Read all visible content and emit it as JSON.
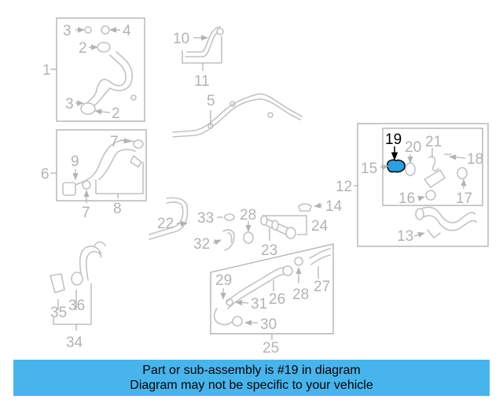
{
  "callouts": {
    "n1": "1",
    "n2a": "2",
    "n2b": "2",
    "n3a": "3",
    "n3b": "3",
    "n4": "4",
    "n5": "5",
    "n6": "6",
    "n7a": "7",
    "n7b": "7",
    "n8": "8",
    "n9": "9",
    "n10": "10",
    "n11": "11",
    "n12": "12",
    "n13": "13",
    "n14": "14",
    "n15": "15",
    "n16": "16",
    "n17": "17",
    "n18": "18",
    "n19": "19",
    "n20": "20",
    "n21": "21",
    "n22": "22",
    "n23": "23",
    "n24": "24",
    "n25": "25",
    "n26": "26",
    "n27": "27",
    "n28a": "28",
    "n28b": "28",
    "n29": "29",
    "n30": "30",
    "n31": "31",
    "n32": "32",
    "n33": "33",
    "n34": "34",
    "n35": "35",
    "n36": "36"
  },
  "highlight_part": "19",
  "colors": {
    "banner_bg": "#47b5ec",
    "highlight_part_fill": "#2aa0e0",
    "diagram_line": "#b3b3b3"
  },
  "banner": {
    "line1": "Part or sub-assembly is #19 in diagram",
    "line2": "Diagram may not be specific to your vehicle"
  }
}
